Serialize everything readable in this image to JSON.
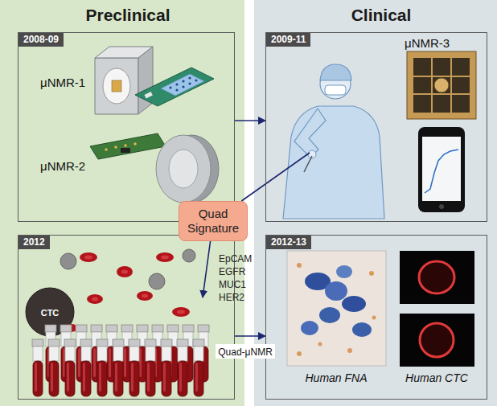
{
  "diagram": {
    "nodes": [
      {
        "text": [
          "Preclinical"
        ]
      },
      {
        "text": [
          "2008-09"
        ],
        "in": 0
      },
      {
        "text": [
          "2012"
        ],
        "in": 0
      },
      {
        "text": [
          "Clinical"
        ]
      },
      {
        "text": [
          "2009-11"
        ],
        "in": 3
      },
      {
        "text": [
          "2012-13"
        ],
        "in": 3
      },
      {
        "text": [
          "Quad Signature"
        ]
      }
    ],
    "edges": [
      {
        "from": 1,
        "to": 4,
        "arrow": "to"
      },
      {
        "from": 4,
        "to": 6,
        "arrow": "none"
      },
      {
        "from": 6,
        "to": 2,
        "arrow": "to"
      },
      {
        "from": 2,
        "to": 5,
        "arrow": "to",
        "label": "Quad-μNMR"
      }
    ],
    "labels": [
      "μNMR-1",
      "μNMR-2",
      "μNMR-3",
      "CTC",
      "EpCAM",
      "EGFR",
      "MUC1",
      "HER2",
      "Human FNA",
      "Human CTC"
    ]
  }
}
